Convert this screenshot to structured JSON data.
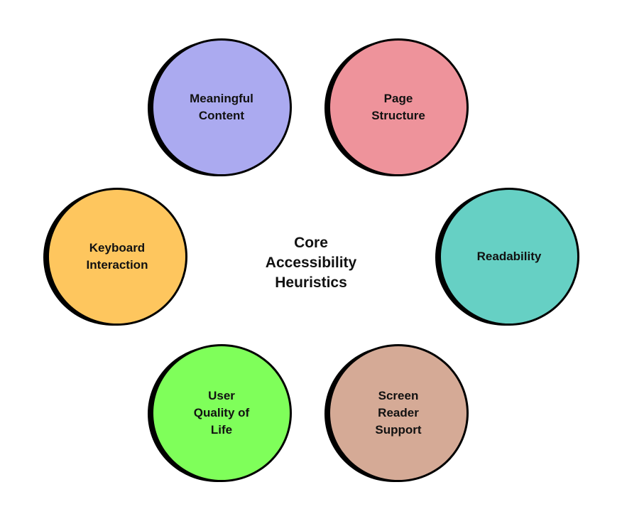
{
  "center": {
    "line1": "Core",
    "line2": "Accessibility",
    "line3": "Heuristics"
  },
  "nodes": {
    "meaningful_content": {
      "line1": "Meaningful",
      "line2": "Content",
      "color": "#abaaf0"
    },
    "page_structure": {
      "line1": "Page",
      "line2": "Structure",
      "color": "#ee939b"
    },
    "keyboard_interaction": {
      "line1": "Keyboard",
      "line2": "Interaction",
      "color": "#fec65e"
    },
    "readability": {
      "line1": "Readability",
      "color": "#66d0c4"
    },
    "user_quality_of_life": {
      "line1": "User",
      "line2": "Quality of",
      "line3": "Life",
      "color": "#7fff5a"
    },
    "screen_reader_support": {
      "line1": "Screen",
      "line2": "Reader",
      "line3": "Support",
      "color": "#d5aa96"
    }
  }
}
